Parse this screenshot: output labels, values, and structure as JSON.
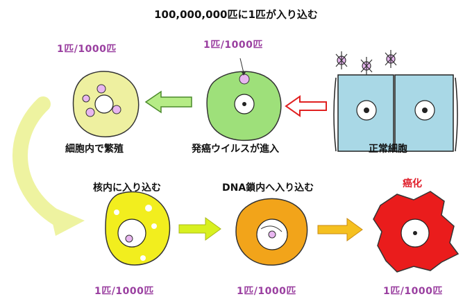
{
  "title": "100,000,000匹に1匹が入り込む",
  "ratios": {
    "top_left": "1匹/1000匹",
    "top_mid": "1匹/1000匹",
    "bottom_left": "1匹/1000匹",
    "bottom_mid": "1匹/1000匹",
    "bottom_right": "1匹/1000匹"
  },
  "captions": {
    "normal": "正常細胞",
    "virus_enter": "発癌ウイルスが進入",
    "multiply": "細胞内で繁殖",
    "into_nucleus": "核内に入り込む",
    "into_dna": "DNA鎖内へ入り込む",
    "cancer": "癌化"
  },
  "colors": {
    "ratio": "#9a3fa0",
    "cancer_label": "#e0202c",
    "normal_cell": "#a9d8e6",
    "virus_cell": "#9ee07a",
    "multiply_cell": "#eef0a0",
    "nucleus_cell": "#f2ee1e",
    "dna_cell": "#f2a41a",
    "cancer_cell": "#ea1c1c"
  }
}
